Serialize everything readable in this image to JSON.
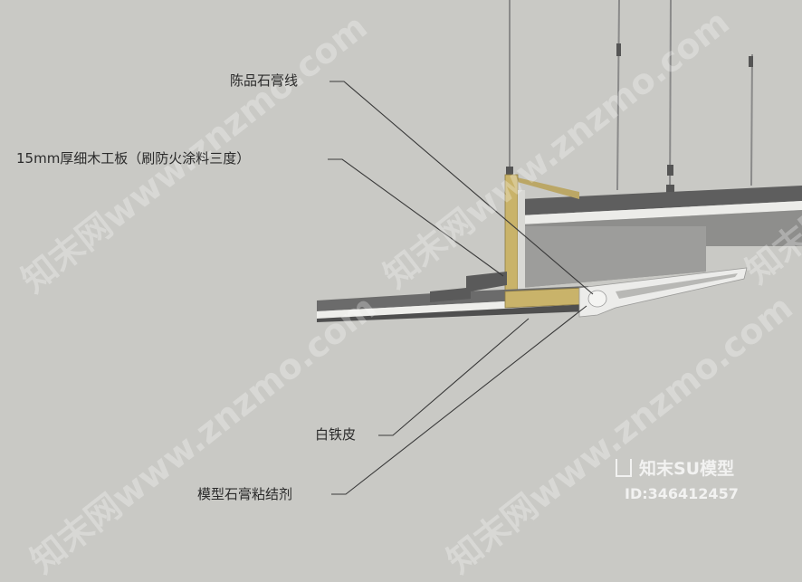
{
  "labels": {
    "chenpin": "陈品石膏线",
    "board": "15mm厚细木工板（刷防火涂料三度）",
    "tie": "白铁皮",
    "glue": "模型石膏粘结剂"
  },
  "watermark": {
    "text": "知末网www.znzmo.com",
    "brand": "知末SU模型",
    "id": "ID:346412457"
  },
  "colors": {
    "background": "#c9c9c5",
    "wood": "#c9b36a",
    "steel": "#6f6f6f",
    "plaster": "#ececea",
    "leader": "#3a3a3a"
  }
}
